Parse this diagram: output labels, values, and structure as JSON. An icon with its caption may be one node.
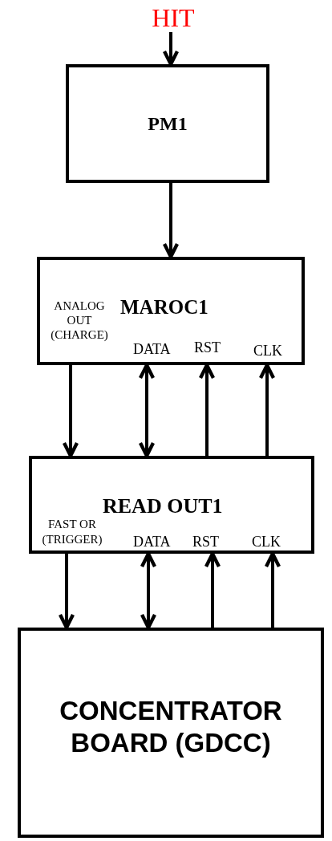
{
  "diagram": {
    "nodes": [
      {
        "text": [
          "HIT"
        ]
      },
      {
        "text": [
          "PM1"
        ]
      },
      {
        "text": [
          "MAROC1",
          "ANALOG OUT (CHARGE)",
          "DATA",
          "RST",
          "CLK"
        ]
      },
      {
        "text": [
          "READ OUT1",
          "FAST OR (TRIGGER)",
          "DATA",
          "RST",
          "CLK"
        ]
      },
      {
        "text": [
          "CONCENTRATOR BOARD (GDCC)"
        ]
      }
    ],
    "edges": [
      {
        "from": 0,
        "to": 1,
        "arrow": "to"
      },
      {
        "from": 1,
        "to": 2,
        "arrow": "to"
      },
      {
        "from": 2,
        "to": 3,
        "arrow": "to"
      },
      {
        "from": 2,
        "to": 3,
        "arrow": "both"
      },
      {
        "from": 3,
        "to": 2,
        "arrow": "to"
      },
      {
        "from": 3,
        "to": 2,
        "arrow": "to"
      },
      {
        "from": 3,
        "to": 4,
        "arrow": "to"
      },
      {
        "from": 3,
        "to": 4,
        "arrow": "both"
      },
      {
        "from": 4,
        "to": 3,
        "arrow": "to"
      },
      {
        "from": 4,
        "to": 3,
        "arrow": "to"
      }
    ]
  }
}
